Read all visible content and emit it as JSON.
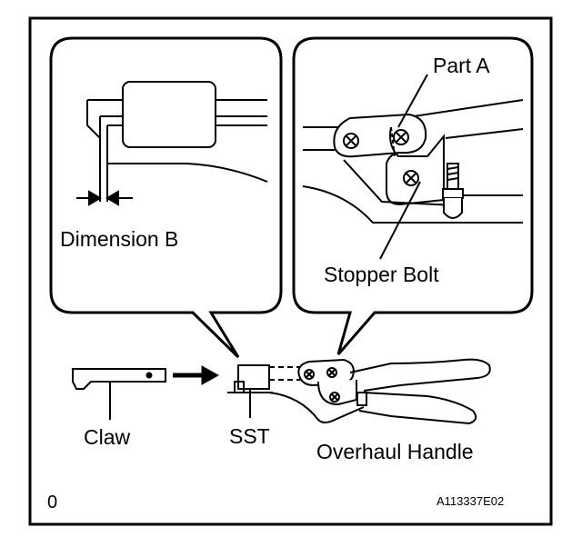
{
  "figure": {
    "figure_id": "A113337E02",
    "corner_mark": "0"
  },
  "callouts": {
    "left": {
      "dimension_label": "Dimension B"
    },
    "right": {
      "part_label": "Part A",
      "bolt_label": "Stopper Bolt"
    }
  },
  "main": {
    "claw_label": "Claw",
    "sst_label": "SST",
    "handle_label": "Overhaul Handle"
  }
}
